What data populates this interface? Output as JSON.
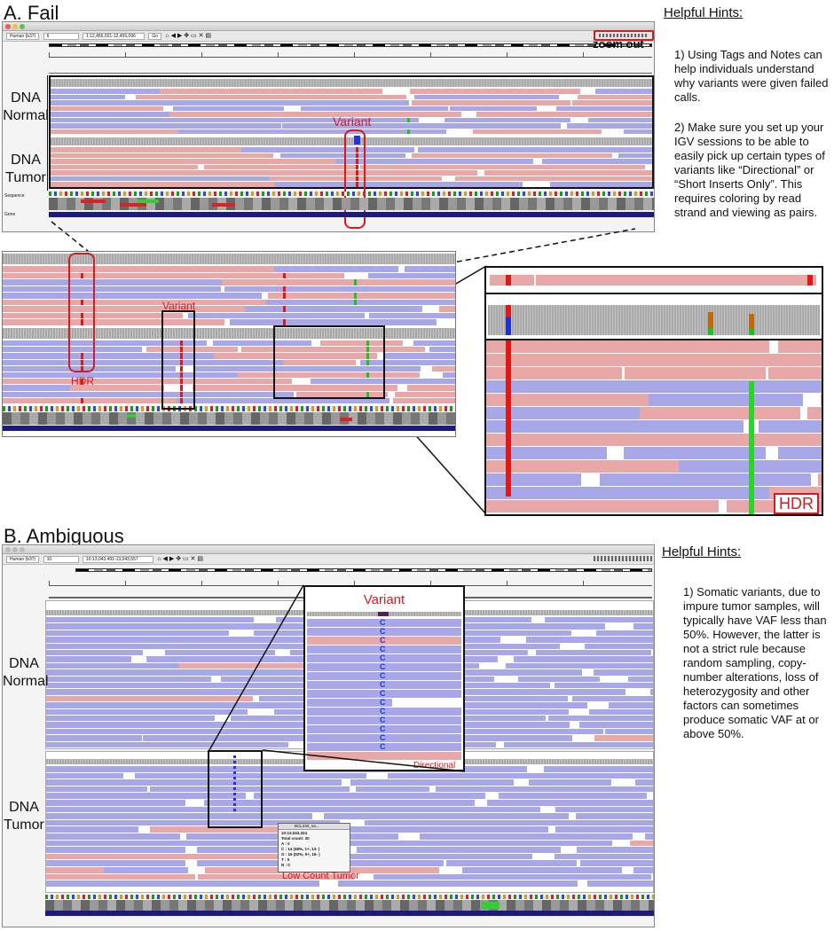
{
  "sections": {
    "a_title": "A. Fail",
    "b_title": "B. Ambiguous"
  },
  "hints_a": {
    "title": "Helpful Hints:",
    "hint1": "1)  Using Tags and Notes can help individuals understand why variants were given failed calls.",
    "hint2": "2) Make sure you set up your IGV sessions to be able to easily pick up certain types of variants like “Directional” or “Short Inserts Only”. This requires coloring by read strand and viewing as pairs."
  },
  "hints_b": {
    "title": "Helpful Hints:",
    "hint1": "1)  Somatic variants, due to impure tumor samples, will typically have VAF less than 50%. However, the latter is not a strict rule because random sampling, copy-number alterations, loss of heterozygosity and other factors can sometimes produce somatic VAF at or above 50%."
  },
  "igv_a": {
    "genome": "Human (b37)",
    "chrom": "6",
    "locus": "1:12,456,021-12,456,096",
    "go_label": "Go",
    "zoom_label": "zoom out",
    "normal_label": "DNA Normal",
    "tumor_label": "DNA Tumor",
    "variant_label": "Variant",
    "sequence_label": "Sequence",
    "gene_label": "Gene"
  },
  "zoom_a": {
    "variant_label": "Variant",
    "hdr_label": "HDR",
    "hdr_box_label": "HDR"
  },
  "igv_b": {
    "genome": "Human (b37)",
    "chrom": "10",
    "locus": "10:13,043,491-13,043,557",
    "normal_label": "DNA Normal",
    "tumor_label": "DNA Tumor",
    "variant_label": "Variant",
    "directional_label": "Directional",
    "low_count_label": "Low Count Tumor",
    "popup_lines": [
      "10:13,043,324",
      "Total count: 30",
      "A : 0",
      "C : 14 (48%, 1+, 13- )",
      "G : 16 (52%, 0+, 16- )",
      "T : 0",
      "N : 0"
    ],
    "popup_title": "BCL230_na..."
  },
  "colors": {
    "accent_red": "#d71920",
    "read_blue": "#a8a8e8",
    "read_red": "#e8a8a8"
  }
}
